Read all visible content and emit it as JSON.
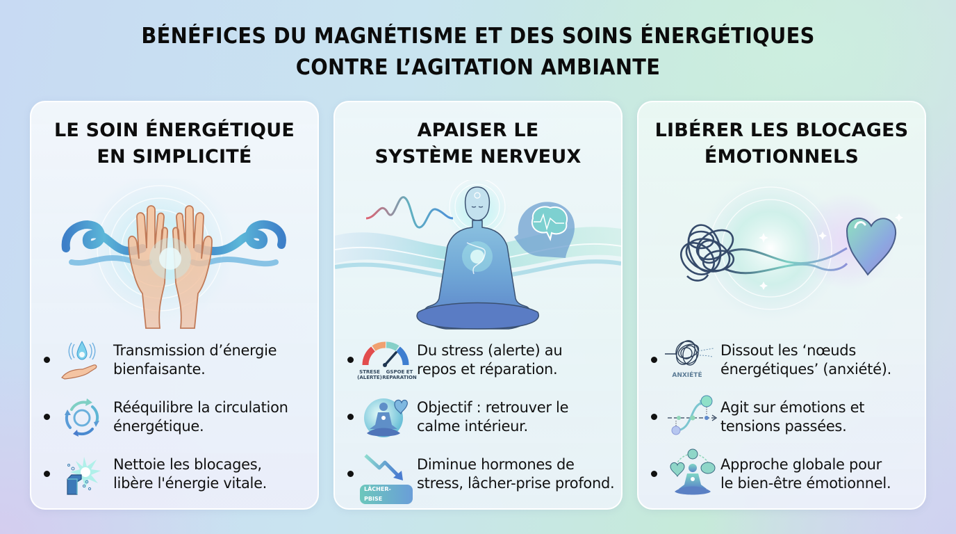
{
  "title": {
    "line1": "BÉNÉFICES DU MAGNÉTISME ET DES SOINS ÉNERGÉTIQUES",
    "line2": "CONTRE L’AGITATION AMBIANTE"
  },
  "colors": {
    "title_text": "#0b0b0b",
    "card_border": "#ffffff",
    "wave_blue": "#4a8fd0",
    "teal": "#5fc4c0",
    "lavender": "#9b8fd6",
    "gauge_red": "#e55050",
    "gauge_orange": "#f0a060",
    "gauge_teal": "#7ccfc9",
    "gauge_blue": "#3f7fcf"
  },
  "cards": [
    {
      "title_line1": "LE SOIN ÉNERGÉTIQUE",
      "title_line2": "EN SIMPLICITÉ",
      "illustration": "open-hands-energy-waves",
      "items": [
        {
          "icon": "hand-water-drop-icon",
          "text_line1": "Transmission d’énergie",
          "text_line2": "bienfaisante."
        },
        {
          "icon": "circular-arrows-icon",
          "text_line1": "Rééquilibre la circulation",
          "text_line2": "énergétique."
        },
        {
          "icon": "breaking-block-burst-icon",
          "text_line1": "Nettoie les blocages,",
          "text_line2": "libère l'énergie vitale."
        }
      ]
    },
    {
      "title_line1": "APAISER LE",
      "title_line2": "SYSTÈME NERVEUX",
      "illustration": "meditating-person-brain-waves",
      "items": [
        {
          "icon": "stress-gauge-icon",
          "icon_label_left_1": "STRESE",
          "icon_label_left_2": "(ALERTE)",
          "icon_label_right_1": "GSPOE ET",
          "icon_label_right_2": "REPARATION",
          "text_line1": "Du stress (alerte) au",
          "text_line2": "repos et réparation."
        },
        {
          "icon": "meditation-heart-icon",
          "text_line1": "Objectif : retrouver le",
          "text_line2": "calme intérieur."
        },
        {
          "icon": "downward-arrow-letting-go-icon",
          "icon_badge": "LÂCHER-PBISE",
          "text_line1": "Diminue hormones de",
          "text_line2": "stress, lâcher-prise profond."
        }
      ]
    },
    {
      "title_line1": "LIBÉRER LES BLOCAGES",
      "title_line2": "ÉMOTIONNELS",
      "illustration": "tangled-knot-to-heart",
      "items": [
        {
          "icon": "tangled-knot-icon",
          "icon_label": "ANXIÉTÉ",
          "text_line1": "Dissout les ‘nœuds",
          "text_line2": "énergétiques’ (anxiété)."
        },
        {
          "icon": "timeline-path-icon",
          "text_line1": "Agit sur émotions et",
          "text_line2": "tensions passées."
        },
        {
          "icon": "holistic-meditation-icon",
          "text_line1": "Approche globale pour",
          "text_line2": "le bien-être émotionnel."
        }
      ]
    }
  ]
}
